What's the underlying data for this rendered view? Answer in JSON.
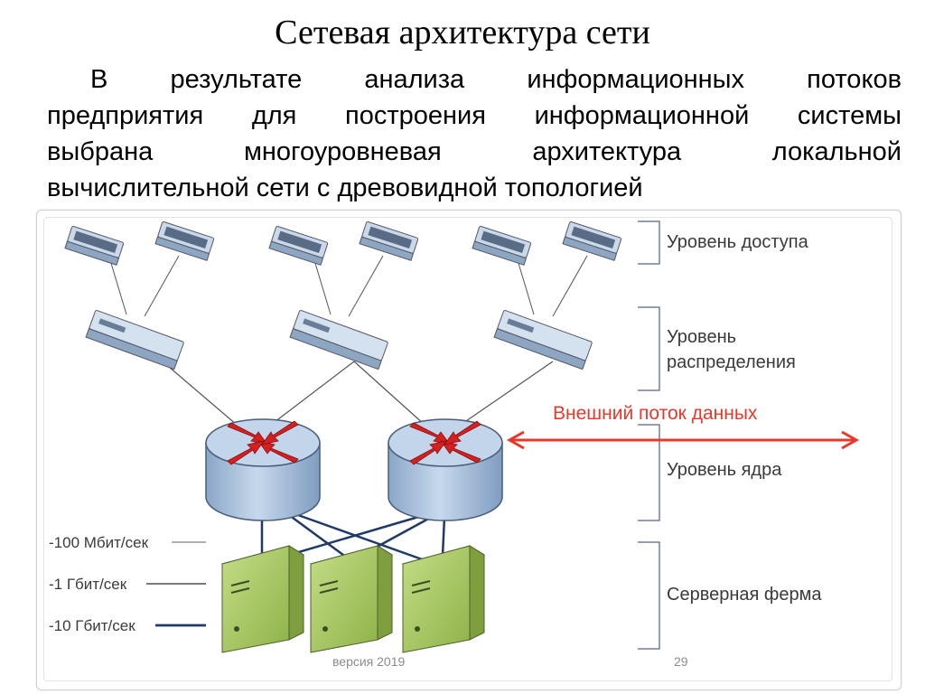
{
  "slide": {
    "title": "Сетевая архитектура сети",
    "paragraph_lines": [
      "В результате анализа информационных потоков",
      "предприятия для построения информационной системы",
      "выбрана многоуровневая архитектура локальной",
      "вычислительной сети с древовидной топологией"
    ]
  },
  "diagram": {
    "levels": {
      "access": "Уровень доступа",
      "distribution_line1": "Уровень",
      "distribution_line2": "распределения",
      "core": "Уровень ядра",
      "server_farm": "Серверная ферма"
    },
    "external_flow": "Внешний поток данных",
    "legend": {
      "speed_100": "-100 Мбит/сек",
      "speed_1g": "-1 Гбит/сек",
      "speed_10g": "-10 Гбит/сек"
    },
    "colors": {
      "external_flow": "#e8382a",
      "router_body": "#b9cde4",
      "router_arrows": "#d42020",
      "server_body": "#a8c85e",
      "switch_body": "#c9d9ea",
      "bracket": "#6d7f9b"
    }
  },
  "footer": {
    "version": "версия 2019",
    "page": "29"
  }
}
